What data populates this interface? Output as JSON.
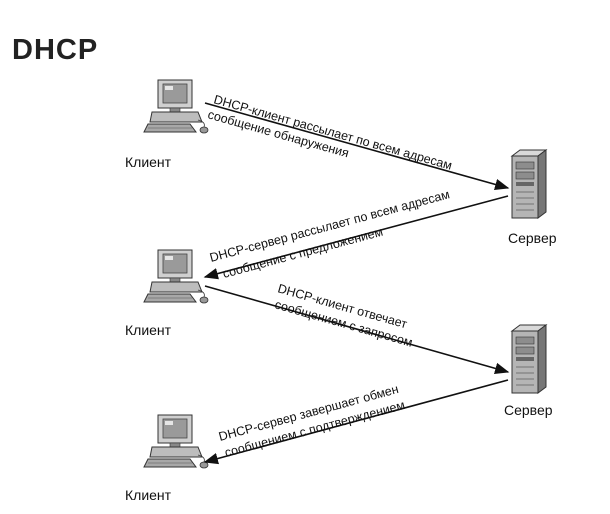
{
  "title": "DHCP",
  "nodes": {
    "client1": {
      "label": "Клиент",
      "icon": "computer-icon"
    },
    "server1": {
      "label": "Сервер",
      "icon": "server-tower-icon"
    },
    "client2": {
      "label": "Клиент",
      "icon": "computer-icon"
    },
    "server2": {
      "label": "Сервер",
      "icon": "server-tower-icon"
    },
    "client3": {
      "label": "Клиент",
      "icon": "computer-icon"
    }
  },
  "messages": [
    {
      "line1": "DHCP-клиент рассылает по всем адресам",
      "line2": "сообщение обнаружения"
    },
    {
      "line1": "DHCP-сервер рассылает по всем адресам",
      "line2": "сообщение с предложением"
    },
    {
      "line1": "DHCP-клиент отвечает",
      "line2": "сообщением с запросом"
    },
    {
      "line1": "DHCP-сервер завершает обмен",
      "line2": "сообщением с подтверждением"
    }
  ]
}
